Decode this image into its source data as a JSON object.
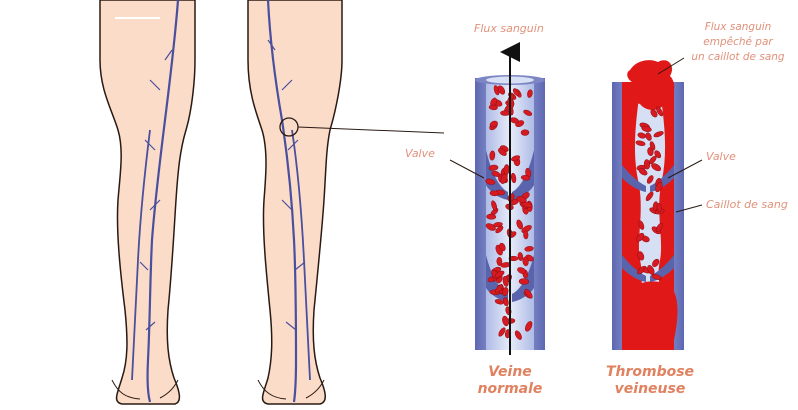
{
  "labels": {
    "flux_sanguin": "Flux sanguin",
    "valve_left": "Valve",
    "flux_empeche": [
      "Flux sanguin",
      "empêché par",
      "un caillot de sang"
    ],
    "valve_right": "Valve",
    "caillot": "Caillot de sang"
  },
  "titles": {
    "normal": [
      "Veine",
      "normale"
    ],
    "thrombose": [
      "Thrombose",
      "veineuse"
    ]
  },
  "colors": {
    "label": "#e0917a",
    "title": "#e0815f",
    "skin": "#fbdcc8",
    "skin_outline": "#2a1a14",
    "vein": "#4a4f9e",
    "vein_wall": "#7d86c4",
    "vein_inner": "#c6d1ee",
    "blood_cell": "#d61a22",
    "clot": "#e11818"
  }
}
